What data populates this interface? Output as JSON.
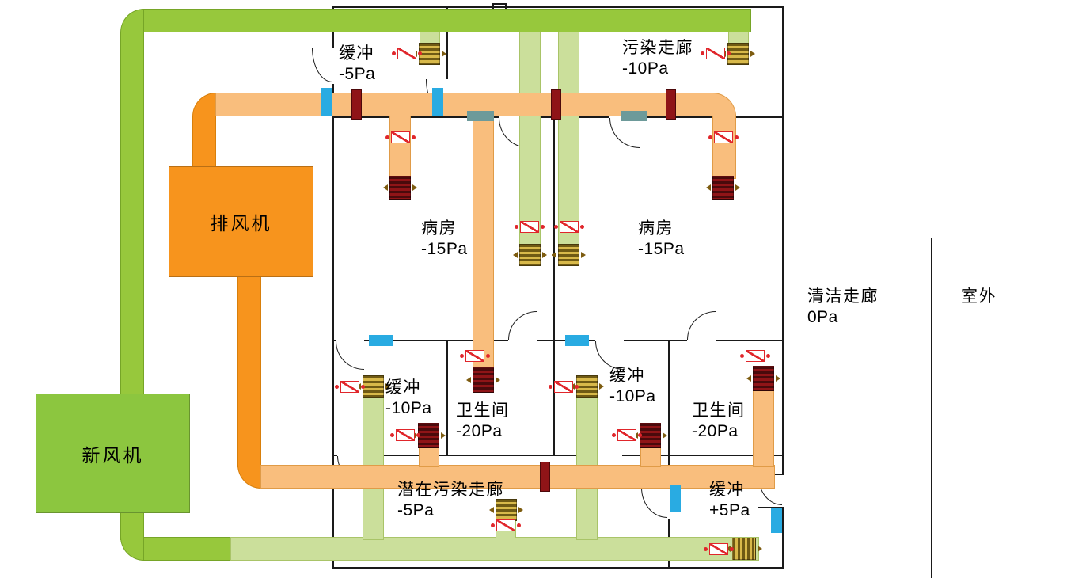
{
  "fans": {
    "exhaust": "排风机",
    "fresh": "新风机"
  },
  "rooms": {
    "buffer_top": {
      "name": "缓冲",
      "pressure": "-5Pa"
    },
    "dirty_corridor": {
      "name": "污染走廊",
      "pressure": "-10Pa"
    },
    "ward_left": {
      "name": "病房",
      "pressure": "-15Pa"
    },
    "ward_right": {
      "name": "病房",
      "pressure": "-15Pa"
    },
    "buffer_mid_left": {
      "name": "缓冲",
      "pressure": "-10Pa"
    },
    "buffer_mid_right": {
      "name": "缓冲",
      "pressure": "-10Pa"
    },
    "toilet_left": {
      "name": "卫生间",
      "pressure": "-20Pa"
    },
    "toilet_right": {
      "name": "卫生间",
      "pressure": "-20Pa"
    },
    "semi_dirty_corridor": {
      "name": "潜在污染走廊",
      "pressure": "-5Pa"
    },
    "buffer_bottom": {
      "name": "缓冲",
      "pressure": "+5Pa"
    },
    "clean_corridor": {
      "name": "清洁走廊",
      "pressure": "0Pa"
    },
    "outdoor": {
      "name": "室外",
      "pressure": ""
    }
  },
  "colors": {
    "supply_box": "#8CC63F",
    "supply_duct": "#97C83C",
    "supply_duct_pale": "#CBDF9B",
    "exhaust_duct": "#F7941D",
    "exhaust_duct_pale": "#F9BE7D",
    "damper": "#8F1417",
    "valve_outline": "#E0262B",
    "door_panel": "#29ABE2"
  }
}
